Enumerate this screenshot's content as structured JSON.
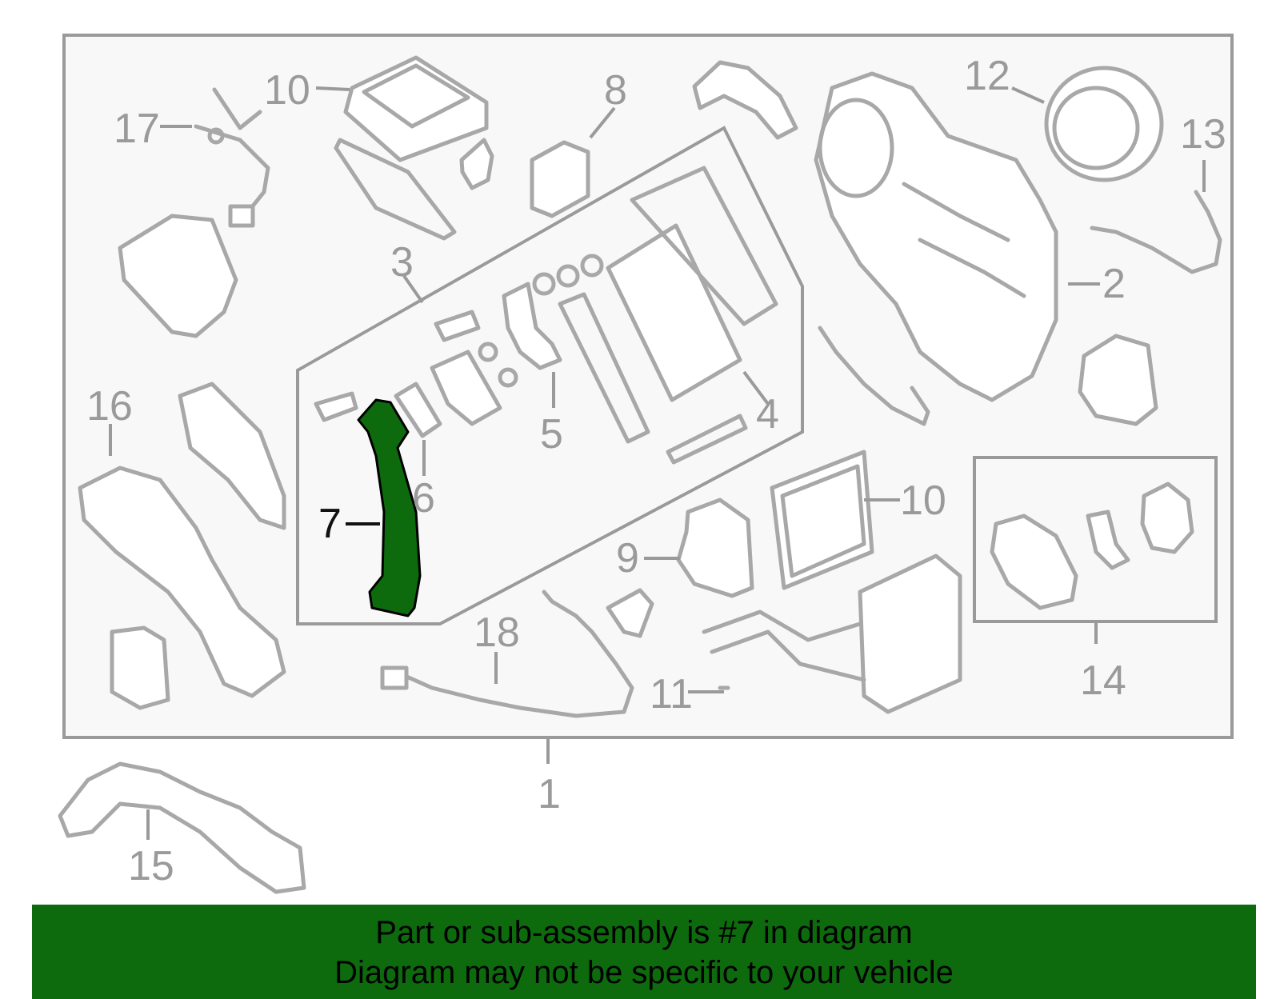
{
  "callouts": [
    {
      "id": "c1",
      "label": "1"
    },
    {
      "id": "c2",
      "label": "2"
    },
    {
      "id": "c3",
      "label": "3"
    },
    {
      "id": "c4",
      "label": "4"
    },
    {
      "id": "c5",
      "label": "5"
    },
    {
      "id": "c6",
      "label": "6"
    },
    {
      "id": "c7",
      "label": "7"
    },
    {
      "id": "c8",
      "label": "8"
    },
    {
      "id": "c9",
      "label": "9"
    },
    {
      "id": "c10a",
      "label": "10"
    },
    {
      "id": "c10b",
      "label": "10"
    },
    {
      "id": "c11",
      "label": "11"
    },
    {
      "id": "c12",
      "label": "12"
    },
    {
      "id": "c13",
      "label": "13"
    },
    {
      "id": "c14",
      "label": "14"
    },
    {
      "id": "c15",
      "label": "15"
    },
    {
      "id": "c16",
      "label": "16"
    },
    {
      "id": "c17",
      "label": "17"
    },
    {
      "id": "c18",
      "label": "18"
    }
  ],
  "highlight": {
    "part": "7",
    "color": "#0d6b0d"
  },
  "colors": {
    "outline": "#a8a8a8",
    "banner": "#0d6b0d"
  },
  "banner": {
    "line1": "Part or sub-assembly is #7 in diagram",
    "line2": "Diagram may not be specific to your vehicle"
  }
}
